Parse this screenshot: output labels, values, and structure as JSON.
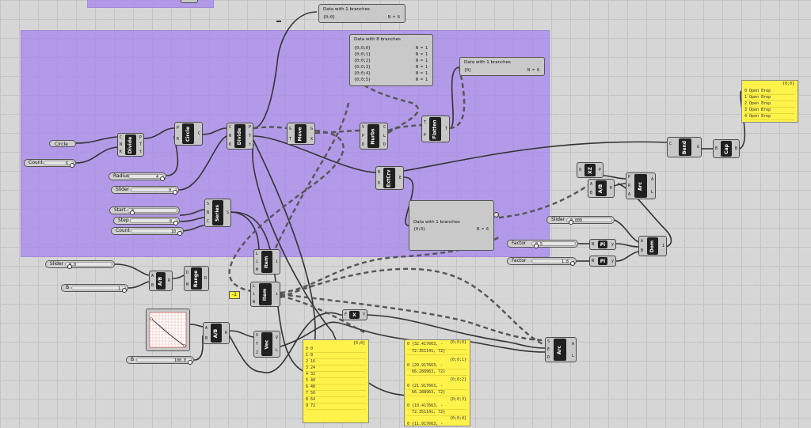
{
  "bool_toggle": "",
  "components": {
    "circle_param": "Circle",
    "divide1": {
      "name": "Divide",
      "inputs": [
        "C",
        "N",
        "K"
      ],
      "outputs": [
        "P",
        "T",
        "t"
      ]
    },
    "circle": {
      "name": "Circle",
      "inputs": [
        "P",
        "R"
      ],
      "outputs": [
        "C"
      ]
    },
    "divide2": {
      "name": "Divide",
      "inputs": [
        "C",
        "N",
        "K"
      ],
      "outputs": [
        "P",
        "T",
        "t"
      ]
    },
    "move": {
      "name": "Move",
      "inputs": [
        "G",
        "T"
      ],
      "outputs": [
        "G",
        "X"
      ]
    },
    "nurbs": {
      "name": "Nurbs",
      "inputs": [
        "V",
        "P",
        "D"
      ],
      "outputs": [
        "C",
        "L",
        "D"
      ]
    },
    "flatten": {
      "name": "Flatten",
      "inputs": [
        "T",
        "P"
      ],
      "outputs": [
        "T"
      ]
    },
    "extcrv": {
      "name": "ExtCrv",
      "inputs": [
        "B",
        "D"
      ],
      "outputs": [
        "E"
      ]
    },
    "series": {
      "name": "Series",
      "inputs": [
        "S",
        "N",
        "C"
      ],
      "outputs": [
        "S"
      ]
    },
    "item1": {
      "name": "Item",
      "inputs": [
        "L",
        "i",
        "W"
      ],
      "outputs": [
        "i"
      ]
    },
    "item2": {
      "name": "Item",
      "inputs": [
        "L",
        "i",
        "W"
      ],
      "outputs": [
        "i"
      ]
    },
    "ab1": {
      "name": "A/B",
      "inputs": [
        "A",
        "B"
      ],
      "outputs": [
        "R"
      ]
    },
    "range": {
      "name": "Range",
      "inputs": [
        "D",
        "N"
      ],
      "outputs": [
        "R"
      ]
    },
    "ab2": {
      "name": "A/B",
      "inputs": [
        "A",
        "B"
      ],
      "outputs": [
        "R"
      ]
    },
    "vec": {
      "name": "Vec",
      "inputs": [
        "X",
        "Y",
        "Z"
      ],
      "outputs": [
        "V",
        "L"
      ]
    },
    "x": {
      "name": "X",
      "inputs": [
        "F"
      ],
      "outputs": [
        "Y"
      ]
    },
    "arc_bottom": {
      "name": "Arc",
      "inputs": [
        "S",
        "E",
        "D"
      ],
      "outputs": [
        "A",
        "L"
      ]
    },
    "bend": {
      "name": "Bend",
      "inputs": [
        "C",
        ""
      ],
      "outputs": [
        "G"
      ]
    },
    "cap": {
      "name": "Cap",
      "inputs": [
        "B"
      ],
      "outputs": [
        "B"
      ]
    },
    "xz": {
      "name": "XZ",
      "inputs": [
        "O"
      ],
      "outputs": [
        "P"
      ]
    },
    "ab3": {
      "name": "A/B",
      "inputs": [
        "A",
        "B"
      ],
      "outputs": [
        "R"
      ]
    },
    "arc_right": {
      "name": "Arc",
      "inputs": [
        "P",
        "R",
        "A"
      ],
      "outputs": [
        "A",
        "L"
      ]
    },
    "pi1": {
      "name": "Pi",
      "inputs": [
        "N"
      ],
      "outputs": [
        "y"
      ]
    },
    "pi2": {
      "name": "Pi",
      "inputs": [
        "N"
      ],
      "outputs": [
        "y"
      ]
    },
    "dom": {
      "name": "Dom",
      "inputs": [
        "A",
        "B"
      ],
      "outputs": [
        "I"
      ]
    }
  },
  "sliders": {
    "count": {
      "label": "Count",
      "value": "6"
    },
    "radius": {
      "label": "Radius",
      "value": "4"
    },
    "slider_9": {
      "label": "Slider",
      "value": "9"
    },
    "start": {
      "label": "Start",
      "value": "0"
    },
    "step": {
      "label": "Step",
      "value": "8"
    },
    "count2": {
      "label": "Count",
      "value": "10"
    },
    "slider_8": {
      "label": "Slider",
      "value": "8.0"
    },
    "b_top": {
      "label": "B",
      "value": "1"
    },
    "b_bottom": {
      "label": "B",
      "value": "100.0"
    },
    "slider_right": {
      "label": "Slider",
      "value": "0.000"
    },
    "factor1": {
      "label": "Factor",
      "value": "0.5"
    },
    "factor2": {
      "label": "Factor",
      "value": "1.8"
    }
  },
  "yellow_input": "-1",
  "panels": {
    "top_small": {
      "title": "Data with 1 branches",
      "rows": [
        {
          "path": "{0;0}",
          "n": "N = 6"
        }
      ]
    },
    "eight": {
      "title": "Data with 8 branches",
      "rows": [
        {
          "path": "{0;0;0}",
          "n": "N = 1"
        },
        {
          "path": "{0;0;1}",
          "n": "N = 1"
        },
        {
          "path": "{0;0;2}",
          "n": "N = 1"
        },
        {
          "path": "{0;0;3}",
          "n": "N = 1"
        },
        {
          "path": "{0;0;4}",
          "n": "N = 1"
        },
        {
          "path": "{0;0;5}",
          "n": "N = 1"
        }
      ]
    },
    "flatten_out": {
      "title": "Data with 1 branches",
      "rows": [
        {
          "path": "{0}",
          "n": "N = 6"
        }
      ]
    },
    "extcrv_out": {
      "title": "Data with 1 branches",
      "rows": [
        {
          "path": "{0;0}",
          "n": "N = 6"
        }
      ]
    }
  },
  "yellow_panels": {
    "open_brep": {
      "header": "{0;0}",
      "lines": [
        "0 Open Brep",
        "1 Open Brep",
        "2 Open Brep",
        "3 Open Brep",
        "4 Open Brep"
      ]
    },
    "series_out": {
      "header": "{0;0}",
      "lines": [
        "0 0",
        "1 8",
        "2 16",
        "3 24",
        "4 32",
        "5 40",
        "6 48",
        "7 56",
        "8 64",
        "9 72"
      ]
    },
    "vectors": {
      "lines": [
        {
          "header": "{0;0;0}",
          "text": "0 {32.417663, -"
        },
        {
          "header": "",
          "text": "  72.351141, 72}"
        },
        {
          "header": "{0;0;1}",
          "text": "0 {20.917663, -"
        },
        {
          "header": "",
          "text": "  66.288963, 72}"
        },
        {
          "header": "{0;0;2}",
          "text": "0 {21.917663, -"
        },
        {
          "header": "",
          "text": "  66.288963, 72}"
        },
        {
          "header": "{0;0;3}",
          "text": "0 {10.417663, -"
        },
        {
          "header": "",
          "text": "  72.351141, 72}"
        },
        {
          "header": "{0;0;4}",
          "text": "0 {11.917663, -"
        }
      ]
    }
  }
}
